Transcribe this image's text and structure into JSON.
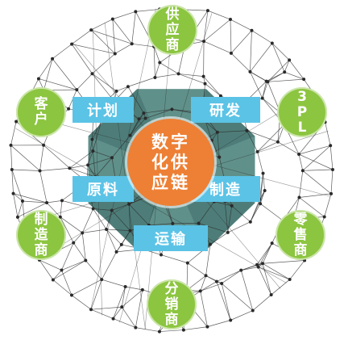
{
  "center": {
    "lines": [
      "数字",
      "化供",
      "应链"
    ]
  },
  "process_tags": {
    "plan": "计划",
    "rnd": "研发",
    "materials": "原料",
    "manufacturing": "制造",
    "transport": "运输"
  },
  "partners": {
    "supplier": [
      "供",
      "应",
      "商"
    ],
    "customer": [
      "客",
      "户"
    ],
    "logistics": [
      "3",
      "P",
      "L"
    ],
    "manufacturer": [
      "制",
      "造",
      "商"
    ],
    "retailer": [
      "零",
      "售",
      "商"
    ],
    "distributor": [
      "分",
      "销",
      "商"
    ]
  },
  "colors": {
    "partner_fill": "#8cc540",
    "tag_fill": "#5bc3e6",
    "core_fill": "#ed8035",
    "polyhedron": "#4a7e79",
    "mesh": "#2a2a2a"
  }
}
